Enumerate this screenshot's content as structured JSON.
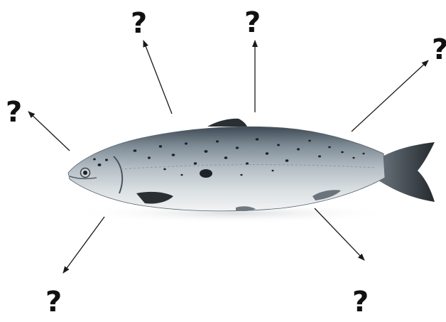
{
  "diagram": {
    "labels": [
      {
        "id": "top-left",
        "text": "?"
      },
      {
        "id": "top-center",
        "text": "?"
      },
      {
        "id": "top-right",
        "text": "?"
      },
      {
        "id": "left",
        "text": "?"
      },
      {
        "id": "bottom-left",
        "text": "?"
      },
      {
        "id": "bottom-right",
        "text": "?"
      }
    ],
    "subject": "fish"
  },
  "colors": {
    "arrow": "#1a1a1a",
    "label": "#111111",
    "fish_back": "#3d4a55",
    "fish_side": "#aab4bc",
    "fish_belly": "#e9ecee",
    "fins": "#2a2f33",
    "spots": "#1d2328"
  }
}
